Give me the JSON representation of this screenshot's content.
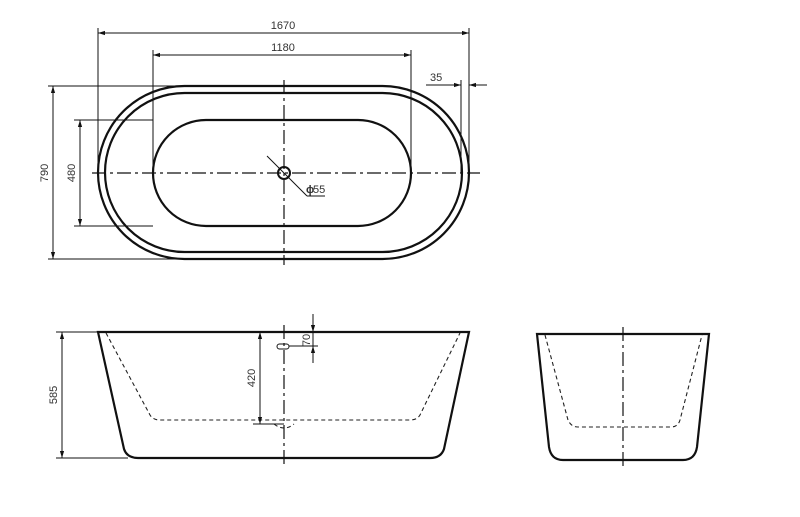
{
  "drawing": {
    "subject": "Freestanding oval bathtub technical drawing",
    "colors": {
      "line": "#111111",
      "background": "#ffffff",
      "text": "#333333"
    }
  },
  "top_view": {
    "dimensions": {
      "overall_length": "1670",
      "basin_length": "1180",
      "rim_width": "35",
      "overall_width": "790",
      "basin_width": "480",
      "drain_diameter": "55",
      "drain_diameter_symbol": "ϕ"
    }
  },
  "side_view": {
    "dimensions": {
      "overall_height": "585",
      "depth_to_overflow_base": "420",
      "overflow_offset": "70"
    }
  },
  "end_view": {
    "dimensions": {}
  }
}
